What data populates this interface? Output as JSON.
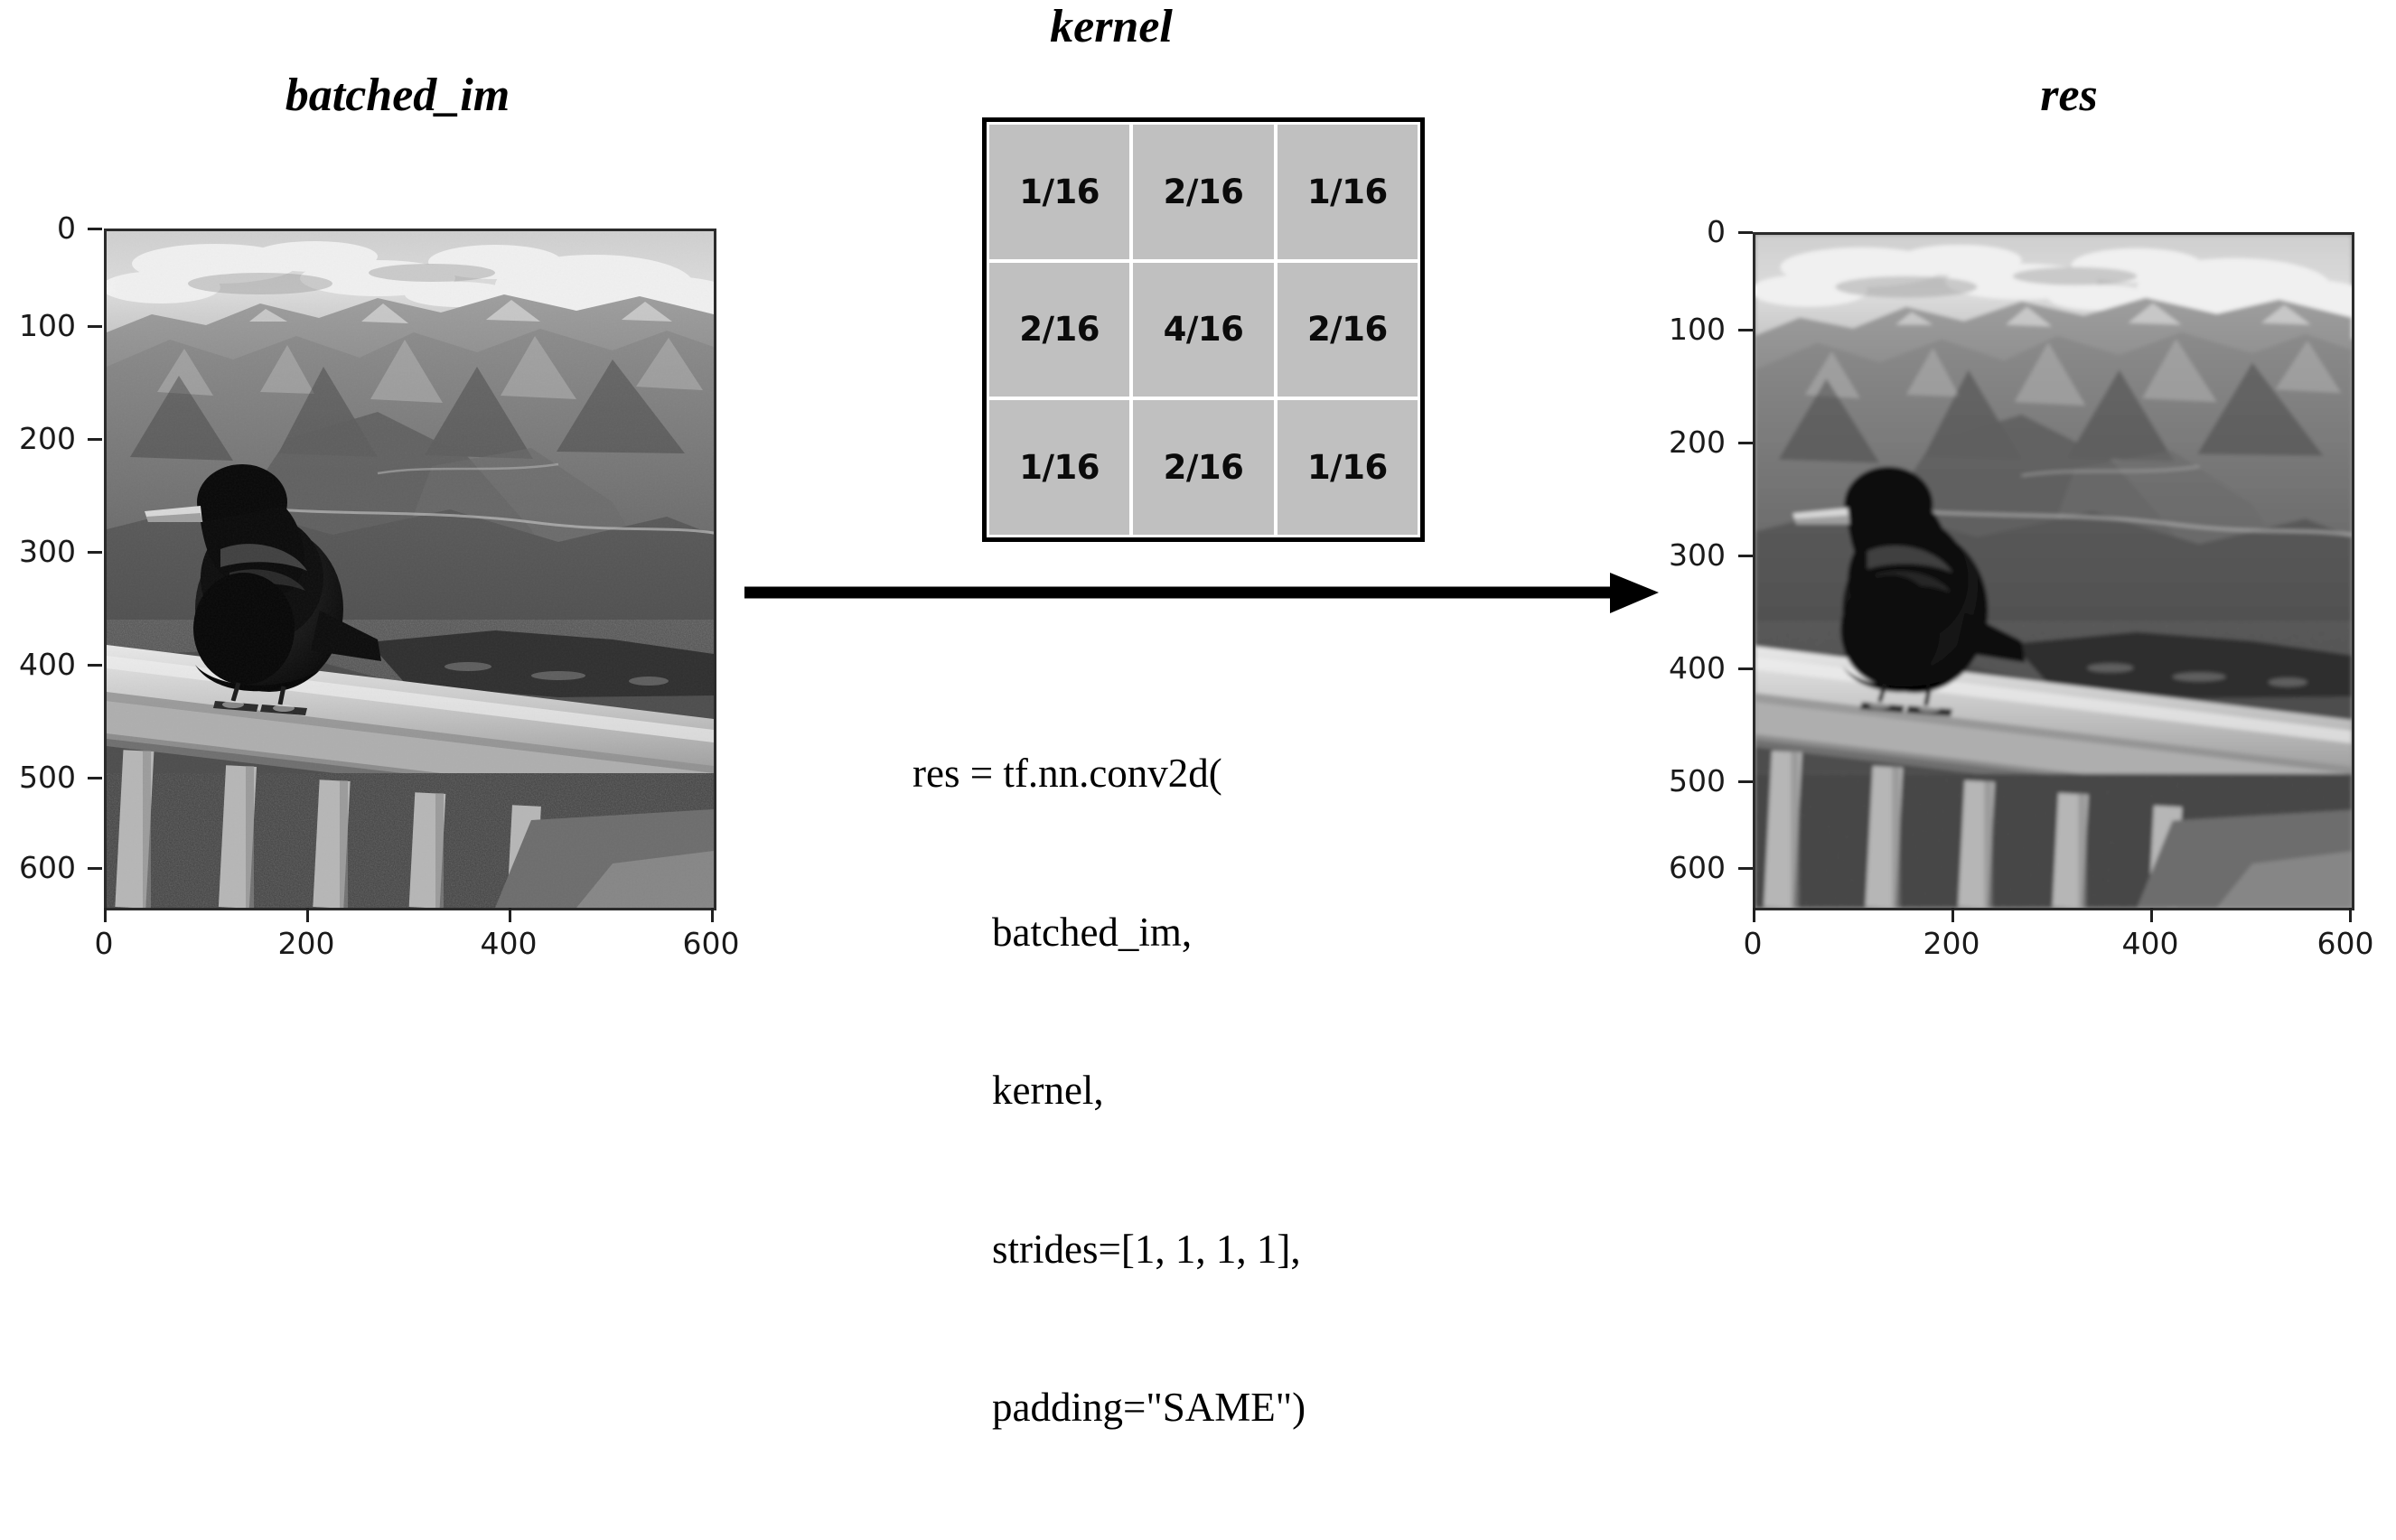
{
  "figure": {
    "background": "#ffffff",
    "panels": {
      "left": {
        "title": "batched_im",
        "xticks": [
          "0",
          "200",
          "400",
          "600"
        ],
        "yticks": [
          "0",
          "100",
          "200",
          "300",
          "400",
          "500",
          "600"
        ],
        "image_alt": "grayscale photo of a black bird perched on a wooden railing with mountains behind"
      },
      "right": {
        "title": "res",
        "xticks": [
          "0",
          "200",
          "400",
          "600"
        ],
        "yticks": [
          "0",
          "100",
          "200",
          "300",
          "400",
          "500",
          "600"
        ],
        "image_alt": "blurred grayscale photo of a black bird perched on a wooden railing with mountains behind"
      }
    },
    "kernel": {
      "title": "kernel",
      "cell_bg": "#c0c0c0",
      "border_color": "#000000",
      "rows": [
        [
          "1/16",
          "2/16",
          "1/16"
        ],
        [
          "2/16",
          "4/16",
          "2/16"
        ],
        [
          "1/16",
          "2/16",
          "1/16"
        ]
      ]
    },
    "arrow": {
      "name": "convolution-arrow",
      "color": "#000000"
    },
    "code": {
      "lines": [
        "res = tf.nn.conv2d(",
        "batched_im,",
        "kernel,",
        "strides=[1, 1, 1, 1],",
        "padding=\"SAME\")"
      ]
    }
  }
}
